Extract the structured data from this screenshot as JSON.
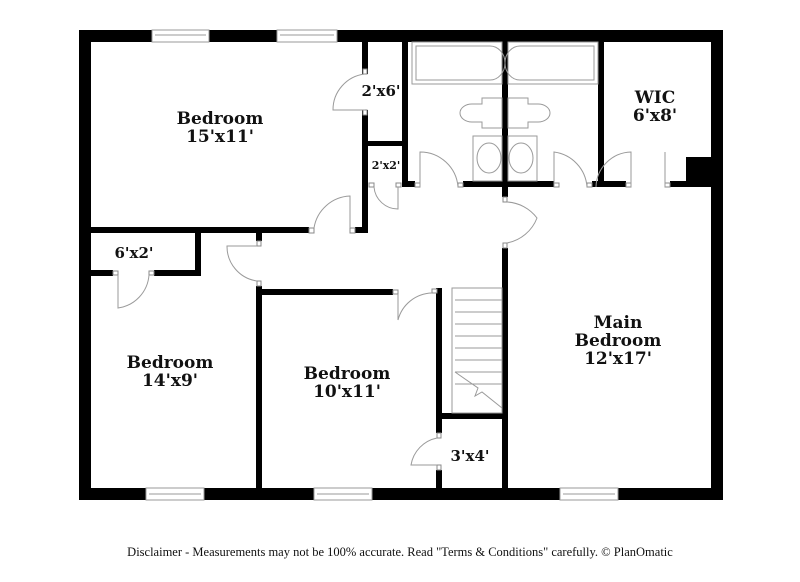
{
  "plan": {
    "rooms": [
      {
        "id": "bedroom-nw",
        "name": "Bedroom",
        "size": "15'x11'"
      },
      {
        "id": "closet-2x6",
        "name": "",
        "size": "2'x6'"
      },
      {
        "id": "closet-2x2",
        "name": "",
        "size": "2'x2'"
      },
      {
        "id": "wic",
        "name": "WIC",
        "size": "6'x8'"
      },
      {
        "id": "closet-6x2",
        "name": "",
        "size": "6'x2'"
      },
      {
        "id": "bedroom-sw",
        "name": "Bedroom",
        "size": "14'x9'"
      },
      {
        "id": "bedroom-mid",
        "name": "Bedroom",
        "size": "10'x11'"
      },
      {
        "id": "closet-3x4",
        "name": "",
        "size": "3'x4'"
      },
      {
        "id": "main-bedroom",
        "name_line1": "Main",
        "name_line2": "Bedroom",
        "size": "12'x17'"
      }
    ]
  },
  "footer": {
    "disclaimer": "Disclaimer - Measurements may not be 100% accurate. Read \"Terms & Conditions\" carefully. © PlanOmatic"
  },
  "colors": {
    "wall": "#000000",
    "fixture_line": "#9a9a9a",
    "background": "#ffffff"
  }
}
